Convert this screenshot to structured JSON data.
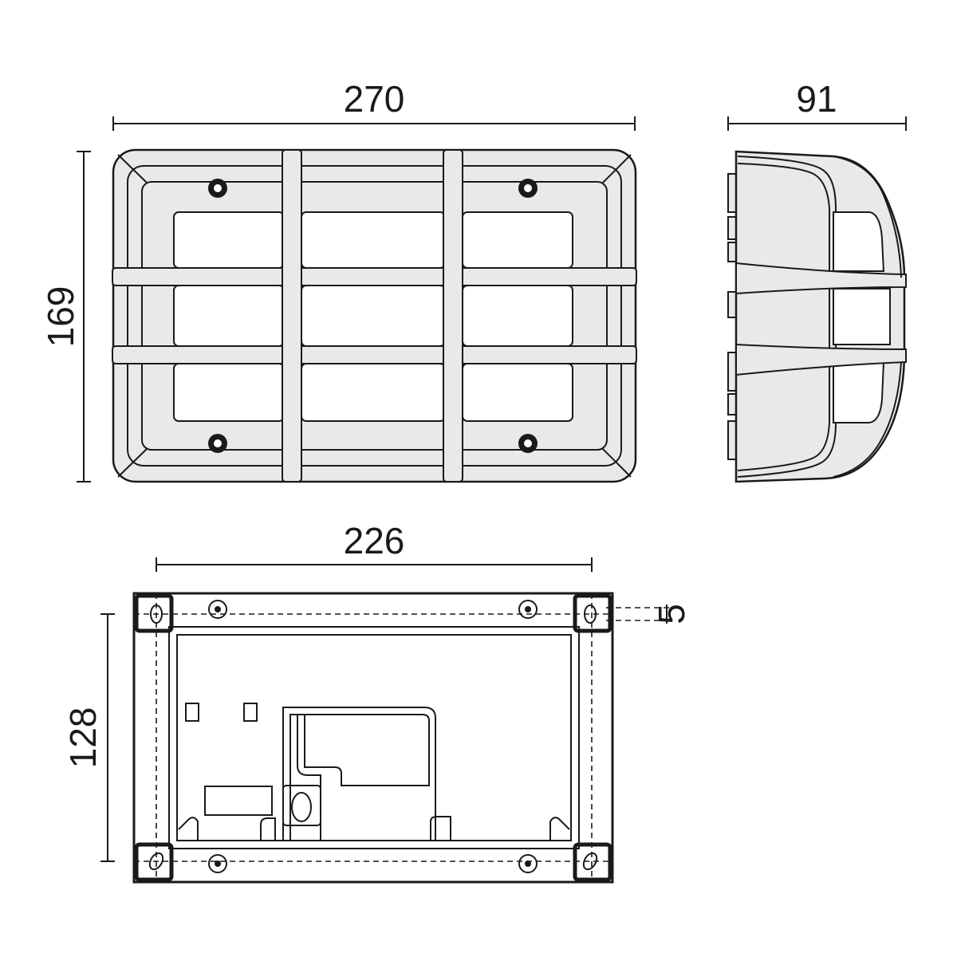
{
  "dimensions": {
    "front_width": "270",
    "front_height": "169",
    "side_depth": "91",
    "base_width": "226",
    "base_height": "128",
    "base_slot": "5"
  }
}
